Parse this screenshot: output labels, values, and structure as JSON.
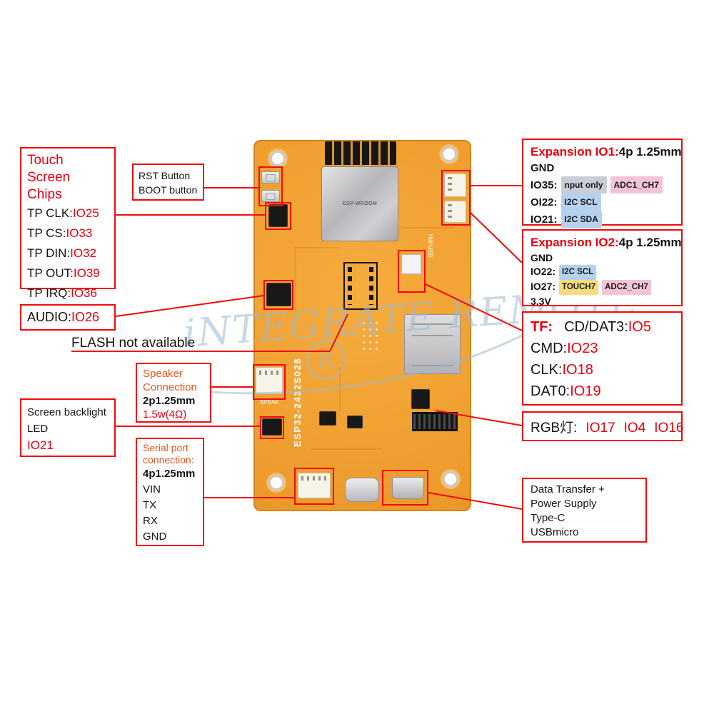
{
  "watermark": {
    "text": "iNTEGRATE REMOTE",
    "logo": "R"
  },
  "board": {
    "model": "ESP32-2432S028",
    "module": "ESP-WROOM",
    "speak": "SPEAK",
    "usb_silk": "HW-USB"
  },
  "boxes": {
    "touch": {
      "title_l1": "Touch",
      "title_l2": "Screen Chips",
      "pins": [
        {
          "label": "TP CLK:",
          "value": "IO25"
        },
        {
          "label": "TP CS:",
          "value": "IO33"
        },
        {
          "label": "TP DIN:",
          "value": "IO32"
        },
        {
          "label": "TP OUT:",
          "value": "IO39"
        },
        {
          "label": "TP IRQ:",
          "value": "IO36"
        }
      ]
    },
    "buttons": {
      "l1": "RST Button",
      "l2": "BOOT button"
    },
    "audio": {
      "label": "AUDIO:",
      "value": "IO26"
    },
    "flash": {
      "text": "FLASH not available"
    },
    "speaker": {
      "t1": "Speaker",
      "t2": "Connection",
      "spec": "2p1.25mm",
      "power": "1.5w(4Ω)"
    },
    "backlight": {
      "l1": "Screen backlight",
      "l2": "LED",
      "value": "IO21"
    },
    "serial": {
      "t1": "Serial port",
      "t2": "connection:",
      "spec": "4p1.25mm",
      "pins": [
        "VIN",
        "TX",
        "RX",
        "GND"
      ]
    },
    "exp1": {
      "title": "Expansion IO1:",
      "spec": "4p 1.25mm",
      "rows": [
        {
          "label": "GND",
          "tags": []
        },
        {
          "label": "IO35:",
          "tags": [
            {
              "text": "nput only",
              "bg": "#c9ced6"
            },
            {
              "text": "ADC1_CH7",
              "bg": "#f5c3d8"
            }
          ]
        },
        {
          "label": "OI22:",
          "tags": [
            {
              "text": "I2C SCL",
              "bg": "#b5d1ee"
            }
          ]
        },
        {
          "label": "IO21:",
          "tags": [
            {
              "text": "I2C SDA",
              "bg": "#b5d1ee"
            }
          ]
        }
      ]
    },
    "exp2": {
      "title": "Expansion IO2:",
      "spec": "4p 1.25mm",
      "rows": [
        {
          "label": "GND",
          "tags": []
        },
        {
          "label": "IO22:",
          "tags": [
            {
              "text": "I2C SCL",
              "bg": "#b5d1ee"
            }
          ]
        },
        {
          "label": "IO27:",
          "tags": [
            {
              "text": "TOUCH7",
              "bg": "#f6dd7c"
            },
            {
              "text": "ADC2_CH7",
              "bg": "#f5c3d8"
            }
          ]
        },
        {
          "label": "3.3V",
          "tags": []
        }
      ]
    },
    "tf": {
      "title": "TF:",
      "rows": [
        {
          "label": "CD/DAT3:",
          "value": "IO5"
        },
        {
          "label": "CMD:",
          "value": "IO23"
        },
        {
          "label": "CLK:",
          "value": "IO18"
        },
        {
          "label": "DAT0:",
          "value": "IO19"
        }
      ]
    },
    "rgb": {
      "label": "RGB灯:",
      "values": [
        "IO17",
        "IO4",
        "IO16"
      ]
    },
    "usb": {
      "lines": [
        "Data Transfer +",
        "Power Supply",
        "Type-C",
        "USBmicro"
      ]
    }
  },
  "colors": {
    "line_red": "#f10a0a",
    "value_red": "#e8000d",
    "title_orange": "#e2571d",
    "pcb_orange": "#f0a134",
    "watermark_blue": "#9db9d2"
  }
}
